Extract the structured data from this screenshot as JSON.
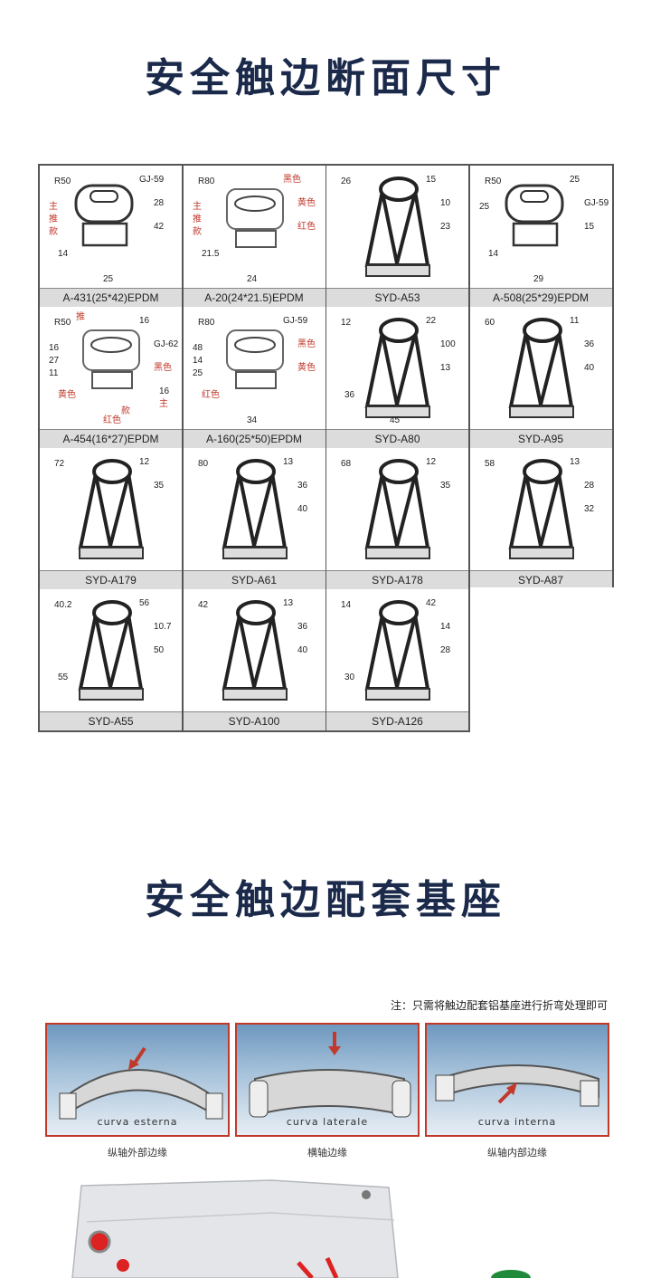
{
  "titles": {
    "section1": "安全触边断面尺寸",
    "section2": "安全触边配套基座"
  },
  "profiles": [
    {
      "caption": "A-431(25*42)EPDM",
      "labels": [
        "R50",
        "GJ-59",
        "28",
        "42",
        "14",
        "25",
        "主",
        "推",
        "款"
      ]
    },
    {
      "caption": "A-20(24*21.5)EPDM",
      "labels": [
        "R80",
        "黑色",
        "黄色",
        "红色",
        "21.5",
        "24",
        "主",
        "推",
        "款"
      ]
    },
    {
      "caption": "SYD-A53",
      "labels": [
        "26",
        "15",
        "10",
        "23"
      ]
    },
    {
      "caption": "A-508(25*29)EPDM",
      "labels": [
        "R50",
        "25",
        "GJ-59",
        "15",
        "14",
        "29",
        "25"
      ]
    },
    {
      "caption": "A-454(16*27)EPDM",
      "labels": [
        "R50",
        "16",
        "GJ-62",
        "黑色",
        "黄色",
        "红色",
        "16",
        "27",
        "11",
        "16",
        "主",
        "推",
        "款"
      ]
    },
    {
      "caption": "A-160(25*50)EPDM",
      "labels": [
        "R80",
        "GJ-59",
        "黑色",
        "黄色",
        "红色",
        "34",
        "48",
        "14",
        "25"
      ]
    },
    {
      "caption": "SYD-A80",
      "labels": [
        "12",
        "22",
        "100",
        "13",
        "36",
        "45"
      ]
    },
    {
      "caption": "SYD-A95",
      "labels": [
        "60",
        "11",
        "36",
        "40"
      ]
    },
    {
      "caption": "SYD-A179",
      "labels": [
        "72",
        "12",
        "35"
      ]
    },
    {
      "caption": "SYD-A61",
      "labels": [
        "80",
        "13",
        "36",
        "40"
      ]
    },
    {
      "caption": "SYD-A178",
      "labels": [
        "68",
        "12",
        "35"
      ]
    },
    {
      "caption": "SYD-A87",
      "labels": [
        "58",
        "13",
        "28",
        "32"
      ]
    },
    {
      "caption": "SYD-A55",
      "labels": [
        "40.2",
        "56",
        "10.7",
        "50",
        "55"
      ]
    },
    {
      "caption": "SYD-A100",
      "labels": [
        "42",
        "13",
        "36",
        "40"
      ]
    },
    {
      "caption": "SYD-A126",
      "labels": [
        "14",
        "42",
        "14",
        "28",
        "30"
      ]
    }
  ],
  "base": {
    "note": "注：只需将触边配套铝基座进行折弯处理即可",
    "panels": [
      {
        "label": "curva esterna",
        "caption": "纵轴外部边缘"
      },
      {
        "label": "curva laterale",
        "caption": "横轴边缘"
      },
      {
        "label": "curva interna",
        "caption": "纵轴内部边缘"
      }
    ]
  },
  "colors": {
    "title": "#1b2a4a",
    "accent": "#c0392b",
    "sky": "#6e98bf"
  }
}
